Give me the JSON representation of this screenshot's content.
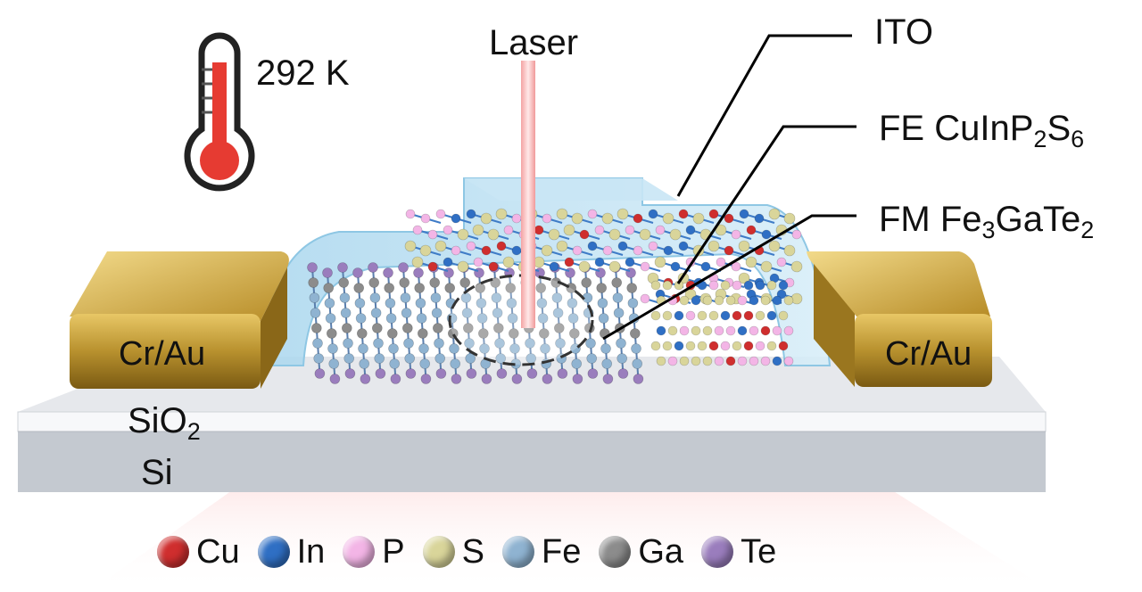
{
  "diagram": {
    "temperature": "292 K",
    "laser_label": "Laser",
    "layer_labels": {
      "ito": "ITO",
      "fe_prefix": "FE CuInP",
      "fe_sub1": "2",
      "fe_mid": "S",
      "fe_sub2": "6",
      "fm_prefix": "FM Fe",
      "fm_sub1": "3",
      "fm_mid": "GaTe",
      "fm_sub2": "2"
    },
    "pad_left": "Cr/Au",
    "pad_right": "Cr/Au",
    "substrate_sio2_main": "SiO",
    "substrate_sio2_sub": "2",
    "substrate_si": "Si",
    "legend": [
      {
        "symbol": "Cu",
        "color": "#cf2e2e"
      },
      {
        "symbol": "In",
        "color": "#2f6fc4"
      },
      {
        "symbol": "P",
        "color": "#f3b5e6"
      },
      {
        "symbol": "S",
        "color": "#d9d59a"
      },
      {
        "symbol": "Fe",
        "color": "#8fb3d1"
      },
      {
        "symbol": "Ga",
        "color": "#8c8c8c"
      },
      {
        "symbol": "Te",
        "color": "#9a7dbd"
      }
    ]
  }
}
